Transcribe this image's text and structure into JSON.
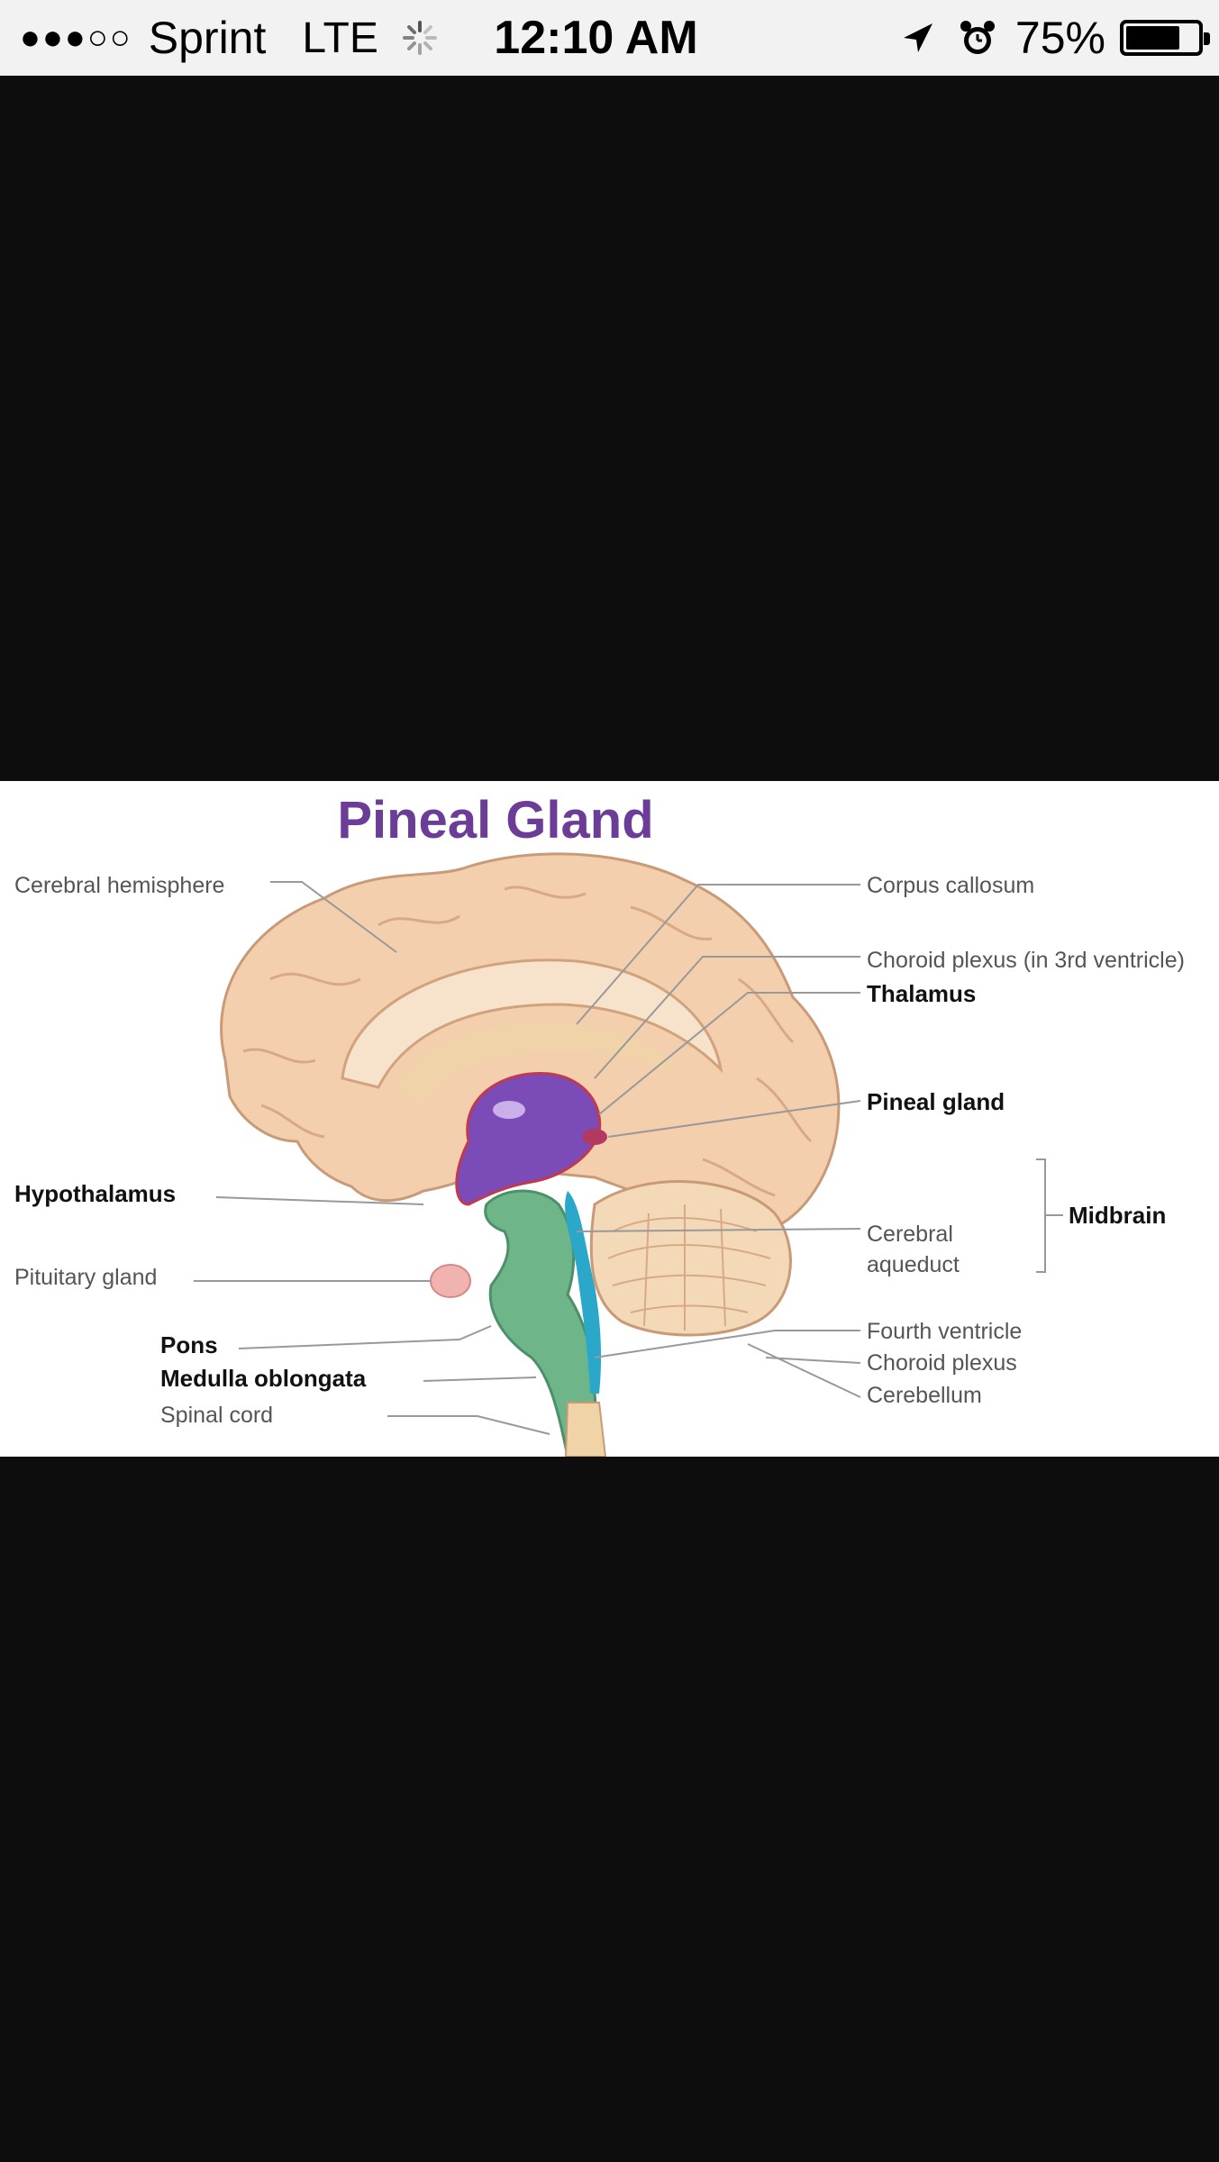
{
  "status_bar": {
    "signal": "●●●○○",
    "carrier": "Sprint",
    "network": "LTE",
    "time": "12:10 AM",
    "battery_percent": "75%",
    "battery_level": 0.75
  },
  "diagram": {
    "title": "Pineal Gland",
    "labels": {
      "cerebral_hemisphere": "Cerebral hemisphere",
      "hypothalamus": "Hypothalamus",
      "pituitary_gland": "Pituitary gland",
      "pons": "Pons",
      "medulla_oblongata": "Medulla oblongata",
      "spinal_cord": "Spinal cord",
      "corpus_callosum": "Corpus callosum",
      "choroid_plexus_3rd": "Choroid plexus (in 3rd ventricle)",
      "thalamus": "Thalamus",
      "pineal_gland": "Pineal gland",
      "cerebral_aqueduct_1": "Cerebral",
      "cerebral_aqueduct_2": "aqueduct",
      "midbrain": "Midbrain",
      "fourth_ventricle": "Fourth ventricle",
      "choroid_plexus": "Choroid plexus",
      "cerebellum": "Cerebellum"
    }
  },
  "colors": {
    "status_bar_bg": "#f2f2f2",
    "viewer_bg": "#0d0d0d",
    "title": "#6b3d97",
    "brain_tissue": "#f3cfae",
    "thalamus": "#7b4bb8",
    "brainstem": "#6fb58a",
    "ventricle": "#2aa7c9"
  }
}
